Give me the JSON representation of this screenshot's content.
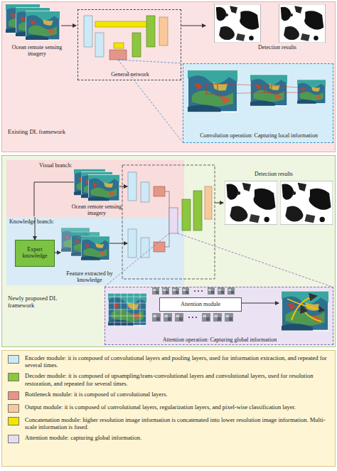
{
  "diagram": {
    "nodes": [
      {
        "text": [
          "Existing DL framework"
        ]
      },
      {
        "text": [
          "General network"
        ],
        "in": 0
      },
      {
        "text": [
          "Convolution operation: Capturing local information"
        ],
        "in": 0
      },
      {
        "text": [
          "Newly proposed DL framework"
        ]
      },
      {
        "text": [
          "Visual branch:"
        ],
        "in": 3
      },
      {
        "text": [
          "Knowledge branch:"
        ],
        "in": 3
      },
      {
        "text": [
          "Expert knowledge"
        ],
        "in": 5
      },
      {
        "text": [
          "Attention operation: Capturing global information"
        ],
        "in": 3
      },
      {
        "text": [
          "Attention module"
        ],
        "in": 7
      }
    ],
    "edges": [
      {
        "from": 4,
        "to": 6,
        "arrow": "to"
      }
    ],
    "labels": [
      "Ocean remote sensing imagery",
      "Detection results",
      "Ocean remote sensing imagery",
      "Feature extracted by knowledge",
      "Detection results"
    ],
    "legend": [
      {
        "text": "Encoder module: it is composed of convolutional layers and pooling layers, used for information extraction, and repeated for several times.",
        "color": "#cde9f5"
      },
      {
        "text": "Decoder module: it is composed of upsampling/trans-convolutional layers and convolutional layers, used for resolution restoration, and repeated for several times.",
        "color": "#8dc63f"
      },
      {
        "text": "Bottleneck module: it is composed of convolutional layers.",
        "color": "#e5968a"
      },
      {
        "text": "Output module: it is composed of convolutional layers, regularization layers, and pixel-wise classification layer.",
        "color": "#f9c99b"
      },
      {
        "text": "Concatenation module: higher resolution image information is concatenated into lower resolution image information. Multi-scale information is fused.",
        "color": "#f3e500"
      },
      {
        "text": "Attention module: capturing global information.",
        "color": "#e7dcf2"
      }
    ]
  }
}
